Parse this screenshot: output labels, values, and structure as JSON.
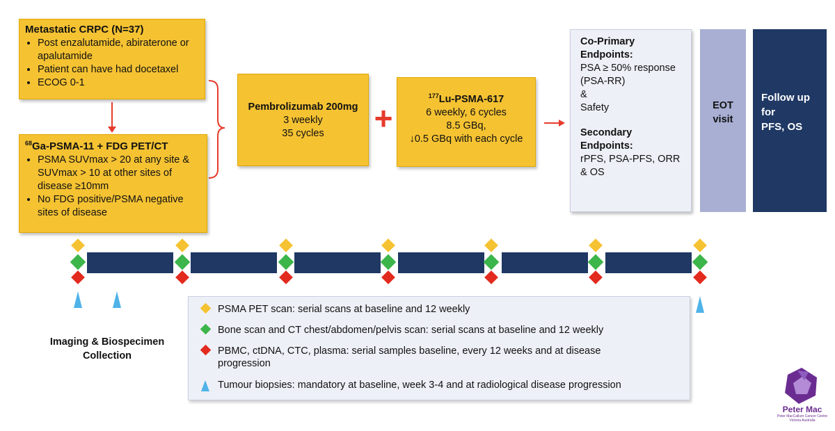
{
  "colors": {
    "gold": "#f5c232",
    "navy": "#1f3864",
    "lavender": "#a8afd3",
    "red": "#e53b2c",
    "diamond_yellow": "#f5c232",
    "diamond_green": "#3cb54a",
    "diamond_red": "#e32a1e",
    "triangle_blue": "#4fb3e8"
  },
  "eligibility": {
    "title": "Metastatic CRPC (N=37)",
    "bullets": [
      "Post enzalutamide, abiraterone or apalutamide",
      "Patient can have had docetaxel",
      "ECOG 0-1"
    ]
  },
  "screening": {
    "title_sup": "68",
    "title": "Ga-PSMA-11 + FDG PET/CT",
    "bullets": [
      "PSMA SUVmax > 20 at any site & SUVmax > 10 at other sites of disease ≥10mm",
      "No FDG positive/PSMA negative sites of disease"
    ]
  },
  "pembrolizumab": {
    "line1": "Pembrolizumab 200mg",
    "line2": "3 weekly",
    "line3": "35 cycles"
  },
  "plus_symbol": "+",
  "lutetium": {
    "title_sup": "177",
    "title": "Lu-PSMA-617",
    "line2": "6 weekly, 6 cycles",
    "line3": "8.5 GBq,",
    "line4": "↓0.5 GBq with each cycle"
  },
  "endpoints": {
    "primary_title": "Co-Primary Endpoints:",
    "primary_l1": "PSA ≥ 50% response (PSA-RR)",
    "primary_l2": "&",
    "primary_l3": "Safety",
    "secondary_title": "Secondary Endpoints:",
    "secondary_l1": "rPFS, PSA-PFS, ORR & OS"
  },
  "eot": {
    "line1": "EOT",
    "line2": "visit"
  },
  "followup": {
    "line1": "Follow up",
    "line2": "for",
    "line3": "PFS, OS"
  },
  "imaging_label": {
    "line1": "Imaging & Biospecimen",
    "line2": "Collection"
  },
  "legend": [
    {
      "symbol": "yellow-diamond",
      "text": "PSMA PET scan: serial scans at baseline and 12 weekly"
    },
    {
      "symbol": "green-diamond",
      "text": "Bone scan and CT chest/abdomen/pelvis scan: serial scans at baseline and 12 weekly"
    },
    {
      "symbol": "red-diamond",
      "text": "PBMC, ctDNA, CTC, plasma: serial  samples baseline, every 12 weeks and at disease progression"
    },
    {
      "symbol": "blue-triangle",
      "text": "Tumour biopsies: mandatory at baseline, week 3-4 and at radiological disease progression"
    }
  ],
  "logo": {
    "name": "Peter Mac",
    "sub1": "Peter MacCallum Cancer Centre",
    "sub2": "Victoria Australia"
  }
}
